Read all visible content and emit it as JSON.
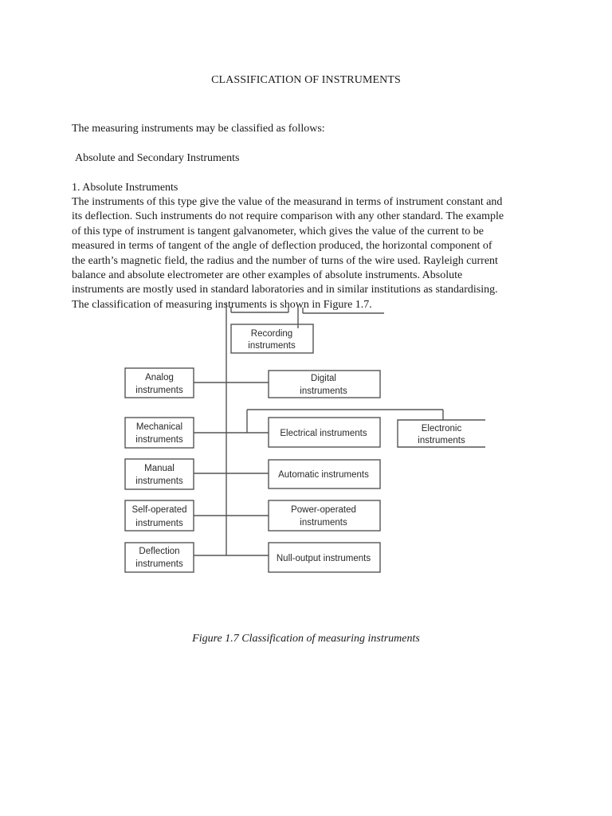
{
  "document": {
    "title": "CLASSIFICATION OF INSTRUMENTS",
    "intro": "The measuring instruments may be classified as follows:",
    "section_heading": "Absolute and Secondary Instruments",
    "subheading": "1. Absolute Instruments",
    "paragraph_lines": [
      "The instruments of this type give the value of the measurand in terms of instrument constant and",
      "its deflection. Such instruments do not require comparison with any other standard. The example",
      "of this type of instrument is tangent galvanometer, which gives the value of the current to be",
      "measured in terms of tangent of the angle of deflection produced, the horizontal component of",
      "the earth’s magnetic field, the radius and the number of turns of the wire used. Rayleigh current",
      "balance and absolute electrometer are other examples of absolute instruments. Absolute",
      "instruments are mostly used in standard laboratories and in similar institutions as standardising.",
      "The classification of measuring instruments is shown in Figure 1.7."
    ],
    "caption": "Figure 1.7 Classification of measuring instruments"
  },
  "diagram": {
    "recording": [
      "Recording",
      "instruments"
    ],
    "left": [
      [
        "Analog",
        "instruments"
      ],
      [
        "Mechanical",
        "instruments"
      ],
      [
        "Manual",
        "instruments"
      ],
      [
        "Self-operated",
        "instruments"
      ],
      [
        "Deflection",
        "instruments"
      ]
    ],
    "right": [
      [
        "Digital",
        "instruments"
      ],
      [
        "Electrical instruments"
      ],
      [
        "Automatic instruments"
      ],
      [
        "Power-operated",
        "instruments"
      ],
      [
        "Null-output instruments"
      ]
    ],
    "electronic": [
      "Electronic",
      "instruments"
    ]
  }
}
